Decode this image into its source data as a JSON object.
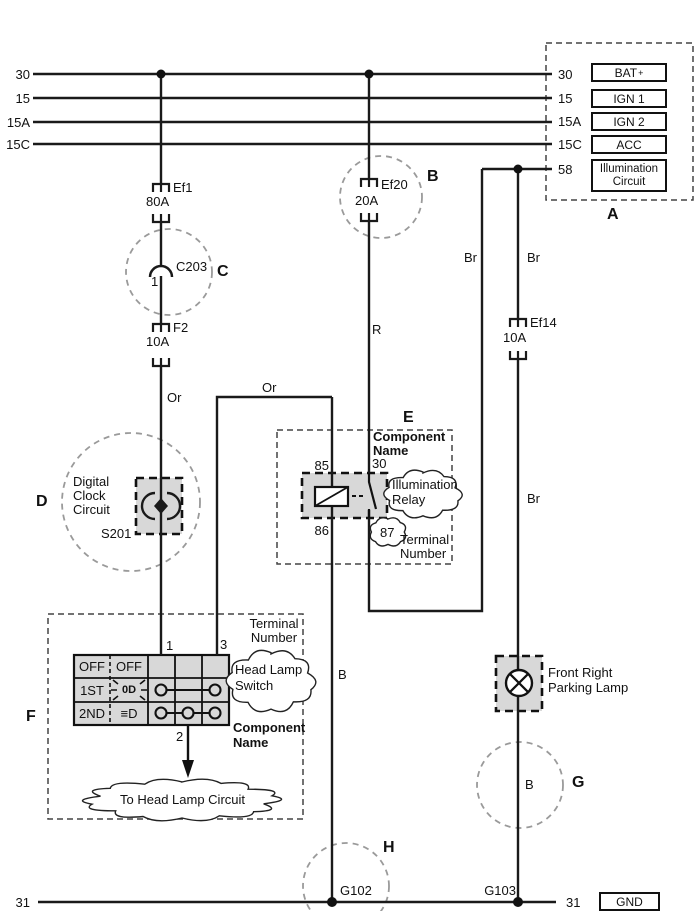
{
  "sections": {
    "a": "A",
    "b": "B",
    "c": "C",
    "d": "D",
    "e": "E",
    "f": "F",
    "g": "G",
    "h": "H"
  },
  "bus": {
    "t30": "30",
    "t15": "15",
    "t15a": "15A",
    "t15c": "15C",
    "t58": "58",
    "t31": "31"
  },
  "power_block": {
    "bat": "BAT",
    "bat_sup": "+",
    "ign1": "IGN 1",
    "ign2": "IGN 2",
    "acc": "ACC",
    "illum_line1": "Illumination",
    "illum_line2": "Circuit"
  },
  "gnd_label": "GND",
  "fuses": {
    "ef1_id": "Ef1",
    "ef1_rating": "80A",
    "ef20_id": "Ef20",
    "ef20_rating": "20A",
    "f2_id": "F2",
    "f2_rating": "10A",
    "ef14_id": "Ef14",
    "ef14_rating": "10A"
  },
  "connector": {
    "id": "C203",
    "pin": "1"
  },
  "clock_circuit": {
    "line1": "Digital",
    "line2": "Clock",
    "line3": "Circuit",
    "splice_id": "S201"
  },
  "wires": {
    "or_vertical": "Or",
    "or_branch": "Or",
    "r": "R",
    "br_left": "Br",
    "br_right": "Br",
    "br_lamp": "Br",
    "b_relay": "B",
    "b_lamp": "B"
  },
  "relay": {
    "component_label_line1": "Component",
    "component_label_line2": "Name",
    "t85": "85",
    "t30": "30",
    "t86": "86",
    "t87": "87",
    "name_line1": "Illumination",
    "name_line2": "Relay",
    "terminal_label_line1": "Terminal",
    "terminal_label_line2": "Number"
  },
  "headlamp_switch": {
    "terminal_label_line1": "Terminal",
    "terminal_label_line2": "Number",
    "name_line1": "Head Lamp",
    "name_line2": "Switch",
    "component_label_line1": "Component",
    "component_label_line2": "Name",
    "t1": "1",
    "t2": "2",
    "t3": "3",
    "rows": [
      {
        "pos": "OFF",
        "fn": "OFF"
      },
      {
        "pos": "1ST",
        "fn": "0D"
      },
      {
        "pos": "2ND",
        "fn": "≡D"
      }
    ],
    "to_circuit": "To Head Lamp Circuit"
  },
  "lamp": {
    "name_line1": "Front Right",
    "name_line2": "Parking Lamp"
  },
  "grounds": {
    "g102": "G102",
    "g103": "G103"
  },
  "colors": {
    "wire": "#1a1a1a",
    "component_fill": "#d8d8d8",
    "dashed_circle": "#999999"
  }
}
